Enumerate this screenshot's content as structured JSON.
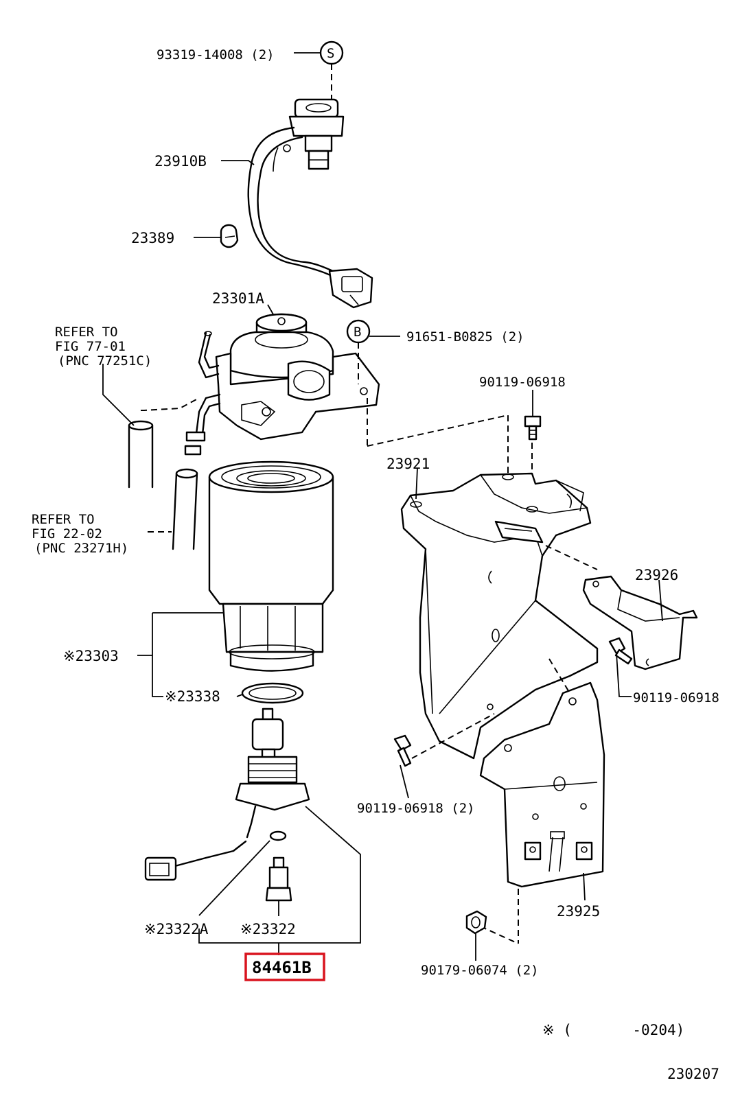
{
  "labels": {
    "p93319": "93319-14008 (2)",
    "s_marker": "S",
    "p23910b": "23910B",
    "p23389": "23389",
    "p23301a": "23301A",
    "b_marker": "B",
    "p91651": "91651-B0825 (2)",
    "refer1": [
      "REFER TO",
      "FIG 77-01",
      "(PNC 77251C)"
    ],
    "p90119_top": "90119-06918",
    "p23921": "23921",
    "refer2": [
      "REFER TO",
      "FIG 22-02",
      "(PNC 23271H)"
    ],
    "p23926": "23926",
    "p23303": "※23303",
    "p23338": "※23338",
    "p90119_right": "90119-06918",
    "p90119_left": "90119-06918 (2)",
    "p23322a": "※23322A",
    "p23322": "※23322",
    "p84461b": "84461B",
    "p23925": "23925",
    "p90179": "90179-06074 (2)",
    "note": "※ (       -0204)",
    "diagram_no": "230207"
  },
  "colors": {
    "line": "#000000",
    "highlight": "#d9141e",
    "background": "#ffffff"
  }
}
